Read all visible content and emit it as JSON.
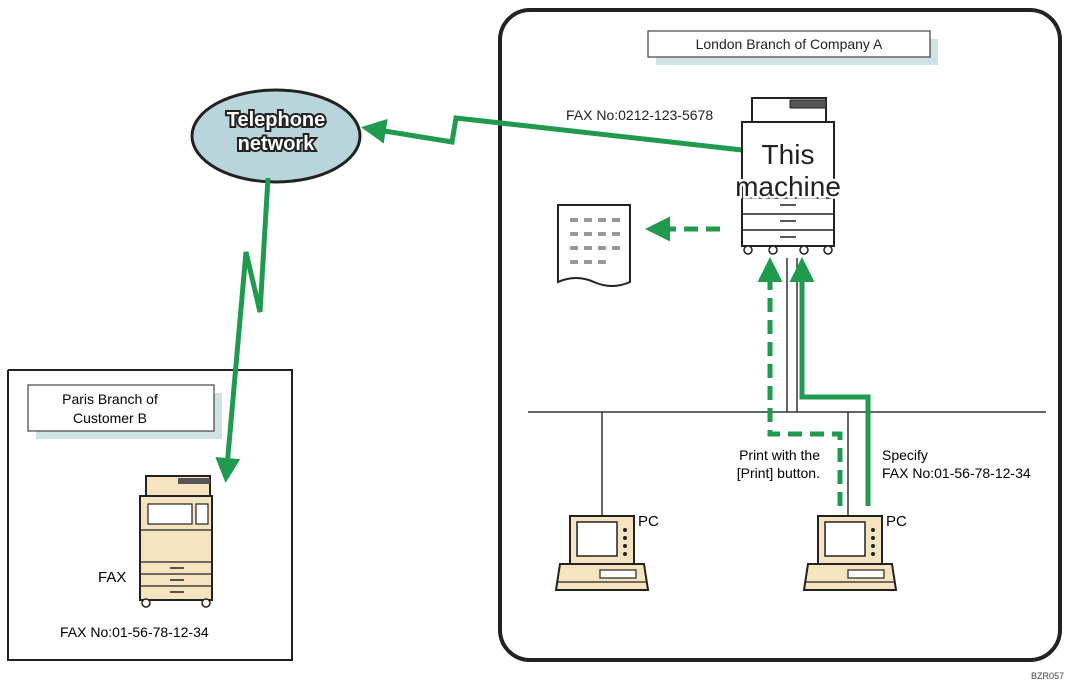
{
  "colors": {
    "arrow_green": "#1f9a4f",
    "label_shadow": "#cfe2e6",
    "network_fill": "#b9d5dc",
    "device_body": "#f6e3bf",
    "outline": "#222222"
  },
  "icons": [
    "telephone-network-cloud",
    "multifunction-printer-icon",
    "fax-machine-icon",
    "desktop-pc-icon",
    "printed-document-icon"
  ],
  "network": {
    "line1": "Telephone",
    "line2": "network"
  },
  "london": {
    "title": "London Branch of Company A",
    "fax_number": "FAX No:0212-123-5678",
    "machine_line1": "This",
    "machine_line2": "machine"
  },
  "paris": {
    "title_line1": "Paris Branch of",
    "title_line2": "Customer B",
    "fax_label": "FAX",
    "fax_number": "FAX No:01-56-78-12-34"
  },
  "pcs": {
    "left_label": "PC",
    "right_label": "PC"
  },
  "annotations": {
    "print_line1": "Print with the",
    "print_line2": "[Print] button.",
    "specify_line1": "Specify",
    "specify_line2": "FAX No:01-56-78-12-34"
  },
  "figure_code": "BZR057"
}
